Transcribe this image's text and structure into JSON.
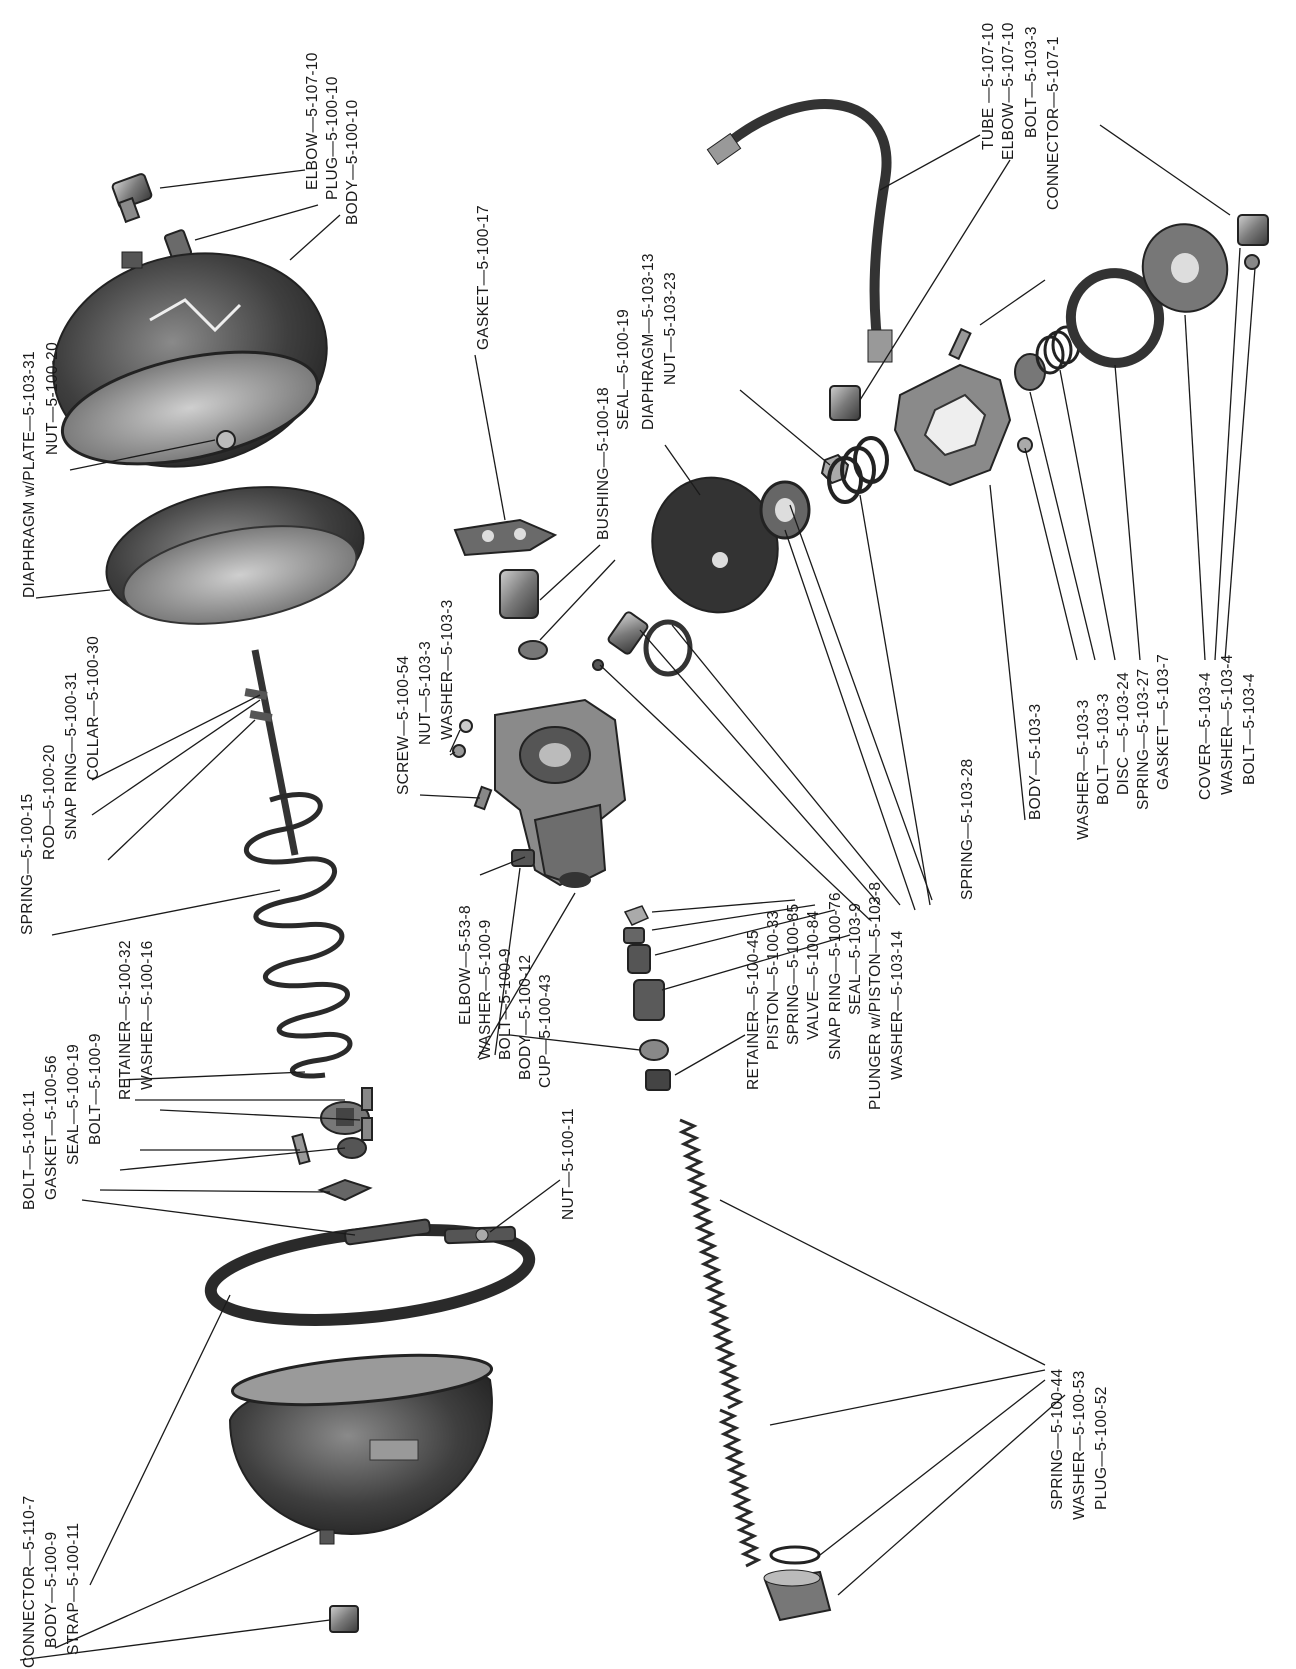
{
  "labels": {
    "elbow_5_107_10_top": "ELBOW—5-107-10",
    "plug_5_100_10": "PLUG—5-100-10",
    "body_5_100_10": "BODY—5-100-10",
    "diaphragm_plate_5_103_31": "DIAPHRAGM w/PLATE—5-103-31",
    "nut_5_100_20": "NUT—5-100-20",
    "gasket_5_100_17": "GASKET—5-100-17",
    "bushing_5_100_18": "BUSHING—5-100-18",
    "seal_5_100_19_upper": "SEAL—5-100-19",
    "diaphragm_5_103_13": "DIAPHRAGM—5-103-13",
    "nut_5_103_23": "NUT—5-103-23",
    "tube_5_107_10": "TUBE —5-107-10",
    "elbow_5_107_10_right": "ELBOW—5-107-10",
    "bolt_5_103_3_top": "BOLT—5-103-3",
    "connector_5_107_1": "CONNECTOR—5-107-1",
    "spring_5_100_15": "SPRING—5-100-15",
    "rod_5_100_20": "ROD—5-100-20",
    "snap_ring_5_100_31": "SNAP  RING—5-100-31",
    "collar_5_100_30": "COLLAR—5-100-30",
    "screw_5_100_54": "SCREW—5-100-54",
    "nut_5_103_3": "NUT—5-103-3",
    "washer_5_103_3_mid": "WASHER—5-103-3",
    "spring_5_103_28": "SPRING—5-103-28",
    "body_5_103_3": "BODY—5-103-3",
    "washer_5_103_3_right": "WASHER—5-103-3",
    "bolt_5_103_3_right": "BOLT—5-103-3",
    "disc_5_103_24": "DISC —5-103-24",
    "spring_5_103_27": "SPRING—5-103-27",
    "gasket_5_103_7": "GASKET—5-103-7",
    "cover_5_103_4": "COVER—5-103-4",
    "washer_5_103_4": "WASHER—5-103-4",
    "bolt_5_103_4": "BOLT—5-103-4",
    "elbow_5_53_8": "ELBOW—5-53-8",
    "washer_5_100_9": "WASHER—5-100-9",
    "bolt_5_100_9_mid": "BOLT—5-100-9",
    "body_5_100_12": "BODY—5-100-12",
    "cup_5_100_43": "CUP—5-100-43",
    "retainer_5_100_45": "RETAINER—5-100-45",
    "piston_5_100_33": "PISTON—5-100-33",
    "spring_5_100_85": "SPRING—5-100-85",
    "valve_5_100_84": "VALVE—5-100-84",
    "snap_ring_5_100_76": "SNAP RING—5-100-76",
    "seal_5_103_9": "SEAL—5-103-9",
    "plunger_5_103_8": "PLUNGER  w/PISTON—5-103-8",
    "washer_5_103_14": "WASHER—5-103-14",
    "retainer_5_100_32": "RETAINER—5-100-32",
    "washer_5_100_16": "WASHER—5-100-16",
    "bolt_5_100_11": "BOLT—5-100-11",
    "gasket_5_100_56": "GASKET—5-100-56",
    "seal_5_100_19_lower": "SEAL—5-100-19",
    "bolt_5_100_9_lower": "BOLT—5-100-9",
    "nut_5_100_11": "NUT—5-100-11",
    "connector_5_110_7": "CONNECTOR—5-110-7",
    "body_5_100_9": "BODY—5-100-9",
    "strap_5_100_11": "STRAP—5-100-11",
    "spring_5_100_44": "SPRING—5-100-44",
    "washer_5_100_53": "WASHER—5-100-53",
    "plug_5_100_52": "PLUG—5-100-52"
  }
}
